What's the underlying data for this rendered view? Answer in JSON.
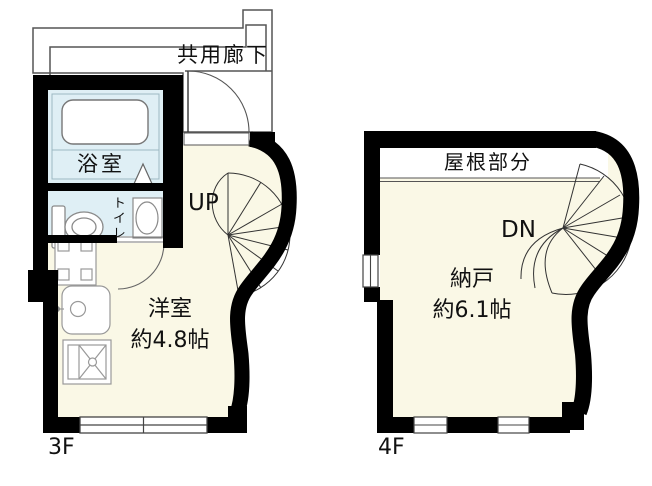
{
  "plan3f": {
    "floor_label": "3F",
    "corridor_label": "共用廊下",
    "bathroom_label": "浴室",
    "toilet_label": "トイレ",
    "stair_label": "UP",
    "room_name": "洋室",
    "room_size": "約4.8帖"
  },
  "plan4f": {
    "floor_label": "4F",
    "roof_label": "屋根部分",
    "stair_label": "DN",
    "room_name": "納戸",
    "room_size": "約6.1帖"
  },
  "fixtures": {
    "bathtub": "bathtub",
    "toilet": "toilet-bowl",
    "washbasin": "washbasin",
    "stove": "stove-counter",
    "kitchen_sink": "kitchen-sink",
    "washer_pan": "washing-machine-pan",
    "entrance_door": "entrance-door-swing",
    "toilet_door": "toilet-door-swing",
    "bath_door": "bath-folding-door",
    "stair_up": "spiral-staircase-up",
    "stair_down": "spiral-staircase-down",
    "window": "window"
  },
  "colors": {
    "wall": "#000000",
    "room_fill": "#faf8e6",
    "wet_area_fill": "#dfeff5",
    "outline": "#555555",
    "background": "#ffffff"
  }
}
